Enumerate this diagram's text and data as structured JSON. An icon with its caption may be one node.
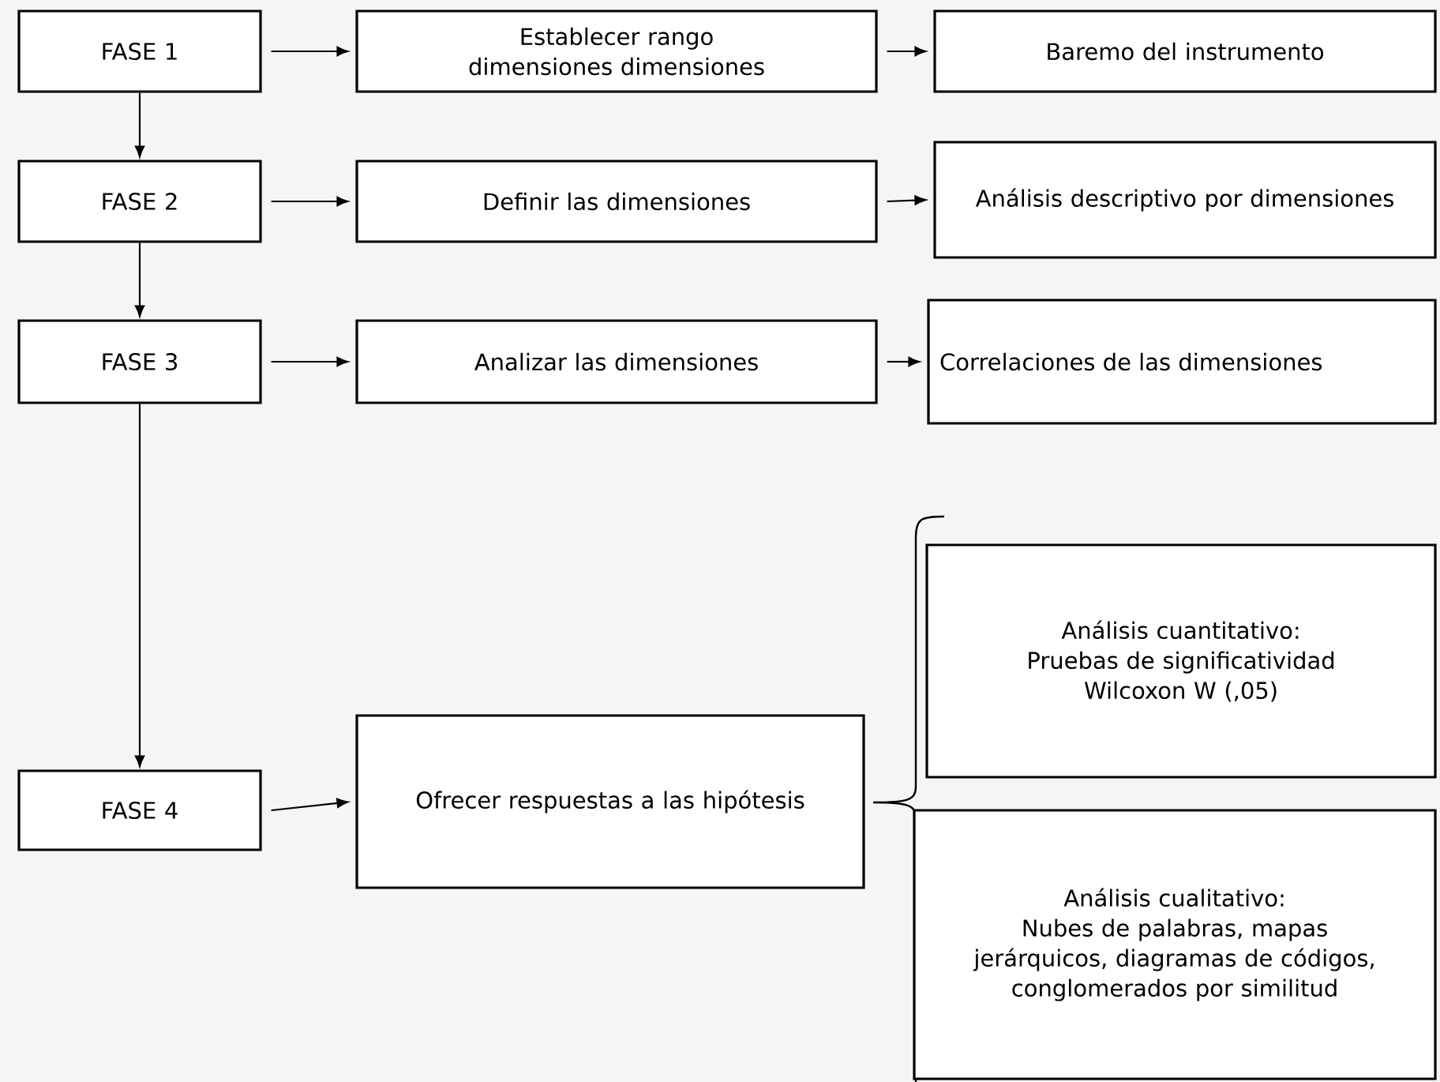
{
  "diagram": {
    "nodes": [
      {
        "text": [
          "FASE 1"
        ]
      },
      {
        "text": [
          "Establecer rango dimensiones dimensiones"
        ]
      },
      {
        "text": [
          "Baremo del instrumento"
        ]
      },
      {
        "text": [
          "FASE 2"
        ]
      },
      {
        "text": [
          "Definir las dimensiones"
        ]
      },
      {
        "text": [
          "Análisis descriptivo por dimensiones"
        ]
      },
      {
        "text": [
          "FASE 3"
        ]
      },
      {
        "text": [
          "Analizar las dimensiones"
        ]
      },
      {
        "text": [
          "Correlaciones de las dimensiones"
        ]
      },
      {
        "text": [
          "FASE 4"
        ]
      },
      {
        "text": [
          "Ofrecer respuestas a las hipótesis"
        ]
      },
      {
        "text": [
          "Análisis cuantitativo:",
          "Pruebas de significatividad Wilcoxon W (,05)"
        ]
      },
      {
        "text": [
          "Análisis cualitativo:",
          "Nubes de palabras, mapas jerárquicos, diagramas de códigos, conglomerados por similitud"
        ]
      }
    ],
    "edges": [
      {
        "from": 0,
        "to": 1,
        "arrow": "to"
      },
      {
        "from": 1,
        "to": 2,
        "arrow": "to"
      },
      {
        "from": 0,
        "to": 3,
        "arrow": "to"
      },
      {
        "from": 3,
        "to": 4,
        "arrow": "to"
      },
      {
        "from": 4,
        "to": 5,
        "arrow": "to"
      },
      {
        "from": 3,
        "to": 6,
        "arrow": "to"
      },
      {
        "from": 6,
        "to": 7,
        "arrow": "to"
      },
      {
        "from": 7,
        "to": 8,
        "arrow": "to"
      },
      {
        "from": 6,
        "to": 9,
        "arrow": "to"
      },
      {
        "from": 9,
        "to": 10,
        "arrow": "to"
      }
    ]
  }
}
